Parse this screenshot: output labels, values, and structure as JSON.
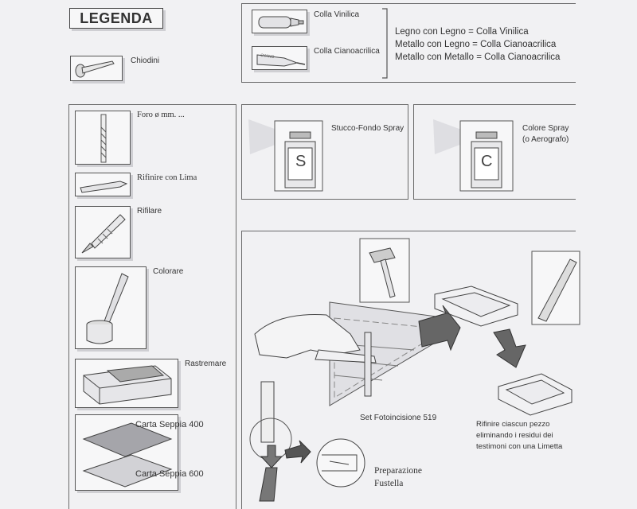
{
  "legend": {
    "title": "LEGENDA",
    "nails_label": "Chiodini"
  },
  "glues": {
    "vinyl_label": "Colla Vinilica",
    "cyano_label": "Colla Cianoacrilica",
    "tube_label": "CYANO",
    "rules": [
      "Legno con Legno = Colla Vinilica",
      "Metallo con Legno = Colla Cianoacrilica",
      "Metallo con Metallo = Colla Cianoacrilica"
    ]
  },
  "tools": {
    "hole": "Foro ø mm. ...",
    "file": "Rifinire con Lima",
    "trim": "Rifilare",
    "paint": "Colorare",
    "taper": "Rastremare",
    "paper400": "Carta Seppia 400",
    "paper600": "Carta Seppia 600"
  },
  "sprays": {
    "primer_label": "Stucco-Fondo Spray",
    "primer_letter": "S",
    "color_label_line1": "Colore Spray",
    "color_label_line2": "(o Aerografo)",
    "color_letter": "C"
  },
  "assembly": {
    "etch_set_label": "Set Fotoincisione 519",
    "finish_note": [
      "Rifinire ciascun pezzo",
      "eliminando i residui dei",
      "testimoni con una Limetta"
    ],
    "punch_label": [
      "Preparazione",
      "Fustella"
    ]
  }
}
